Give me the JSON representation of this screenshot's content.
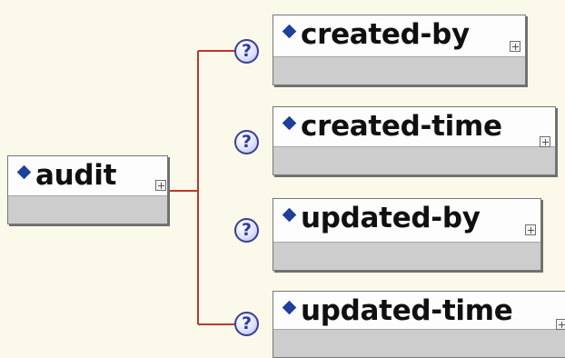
{
  "root": {
    "label": "audit",
    "kind_icon": "diamond-icon",
    "expand_icon": "expand-icon"
  },
  "children": [
    {
      "label": "created-by",
      "occurrence_icon": "question-mark-icon",
      "badge_text": "?"
    },
    {
      "label": "created-time",
      "occurrence_icon": "question-mark-icon",
      "badge_text": "?"
    },
    {
      "label": "updated-by",
      "occurrence_icon": "question-mark-icon",
      "badge_text": "?"
    },
    {
      "label": "updated-time",
      "occurrence_icon": "question-mark-icon",
      "badge_text": "?"
    }
  ],
  "colors": {
    "background": "#fbf9ea",
    "connector": "#c0352c",
    "diamond": "#1f3f9a",
    "node_fill": "#fdfdfd",
    "node_band": "#cdcdcd",
    "badge_border": "#3a3f8f"
  }
}
